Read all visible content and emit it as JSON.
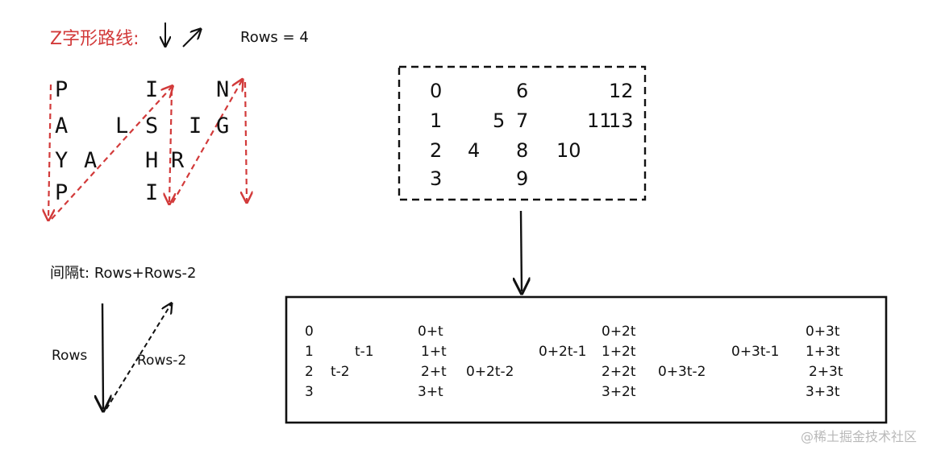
{
  "header": {
    "title": "Z字形路线:",
    "rows_label": "Rows = 4"
  },
  "zigzag_letters": [
    {
      "ch": "P",
      "row": 0,
      "col": 0
    },
    {
      "ch": "I",
      "row": 0,
      "col": 3
    },
    {
      "ch": "N",
      "row": 0,
      "col": 6
    },
    {
      "ch": "A",
      "row": 1,
      "col": 0
    },
    {
      "ch": "L",
      "row": 1,
      "col": 2
    },
    {
      "ch": "S",
      "row": 1,
      "col": 3
    },
    {
      "ch": "I",
      "row": 1,
      "col": 5
    },
    {
      "ch": "G",
      "row": 1,
      "col": 6
    },
    {
      "ch": "Y",
      "row": 2,
      "col": 0
    },
    {
      "ch": "A",
      "row": 2,
      "col": 1
    },
    {
      "ch": "H",
      "row": 2,
      "col": 3
    },
    {
      "ch": "R",
      "row": 2,
      "col": 4
    },
    {
      "ch": "P",
      "row": 3,
      "col": 0
    },
    {
      "ch": "I",
      "row": 3,
      "col": 3
    }
  ],
  "interval": {
    "label": "间隔t: Rows+Rows-2",
    "down_label": "Rows",
    "up_label": "Rows-2"
  },
  "index_grid": [
    {
      "v": "0",
      "row": 0,
      "col": 0
    },
    {
      "v": "6",
      "row": 0,
      "col": 3
    },
    {
      "v": "12",
      "row": 0,
      "col": 6
    },
    {
      "v": "1",
      "row": 1,
      "col": 0
    },
    {
      "v": "5",
      "row": 1,
      "col": 2
    },
    {
      "v": "7",
      "row": 1,
      "col": 3
    },
    {
      "v": "11",
      "row": 1,
      "col": 5
    },
    {
      "v": "13",
      "row": 1,
      "col": 6
    },
    {
      "v": "2",
      "row": 2,
      "col": 0
    },
    {
      "v": "4",
      "row": 2,
      "col": 1
    },
    {
      "v": "8",
      "row": 2,
      "col": 3
    },
    {
      "v": "10",
      "row": 2,
      "col": 4
    },
    {
      "v": "3",
      "row": 3,
      "col": 0
    },
    {
      "v": "9",
      "row": 3,
      "col": 3
    }
  ],
  "formula_grid": [
    {
      "v": "0",
      "row": 0,
      "col": 0
    },
    {
      "v": "0+t",
      "row": 0,
      "col": 2
    },
    {
      "v": "0+2t",
      "row": 0,
      "col": 5
    },
    {
      "v": "0+3t",
      "row": 0,
      "col": 8
    },
    {
      "v": "1",
      "row": 1,
      "col": 0
    },
    {
      "v": "t-1",
      "row": 1,
      "col": 1
    },
    {
      "v": "1+t",
      "row": 1,
      "col": 2
    },
    {
      "v": "0+2t-1",
      "row": 1,
      "col": 4
    },
    {
      "v": "1+2t",
      "row": 1,
      "col": 5
    },
    {
      "v": "0+3t-1",
      "row": 1,
      "col": 7
    },
    {
      "v": "1+3t",
      "row": 1,
      "col": 8
    },
    {
      "v": "2",
      "row": 2,
      "col": 0
    },
    {
      "v": "t-2",
      "row": 2,
      "col": 1
    },
    {
      "v": "2+t",
      "row": 2,
      "col": 2
    },
    {
      "v": "0+2t-2",
      "row": 2,
      "col": 3
    },
    {
      "v": "2+2t",
      "row": 2,
      "col": 5
    },
    {
      "v": "0+3t-2",
      "row": 2,
      "col": 6
    },
    {
      "v": "2+3t",
      "row": 2,
      "col": 8
    },
    {
      "v": "3",
      "row": 3,
      "col": 0
    },
    {
      "v": "3+t",
      "row": 3,
      "col": 2
    },
    {
      "v": "3+2t",
      "row": 3,
      "col": 5
    },
    {
      "v": "3+3t",
      "row": 3,
      "col": 8
    }
  ],
  "watermark": "@稀土掘金技术社区",
  "colors": {
    "red": "#d23a3a",
    "ink": "#111111",
    "watermark": "#b9b9b9"
  }
}
